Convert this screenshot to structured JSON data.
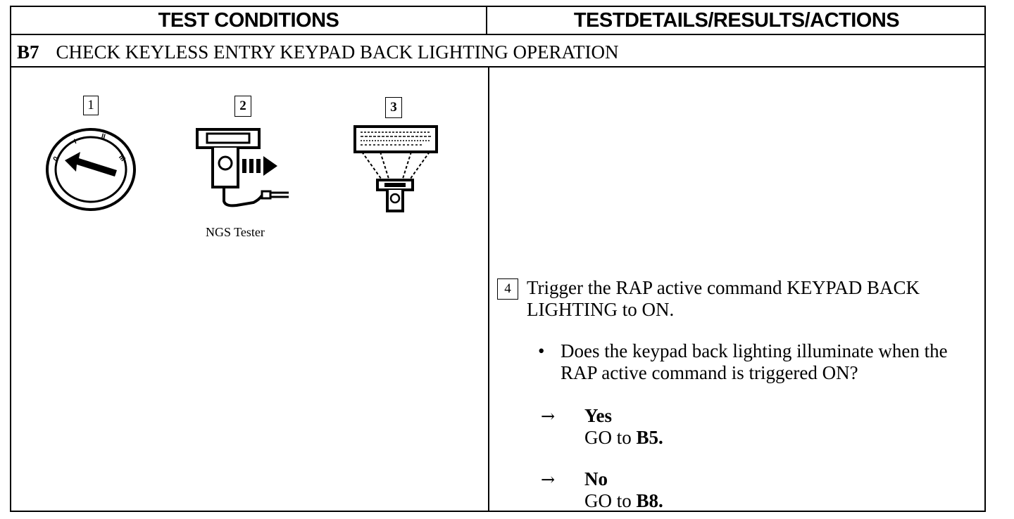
{
  "table": {
    "header_left": "TEST CONDITIONS",
    "header_right": "TESTDETAILS/RESULTS/ACTIONS",
    "step_id": "B7",
    "step_title": "CHECK KEYLESS ENTRY KEYPAD BACK LIGHTING OPERATION"
  },
  "figures": [
    {
      "number": "1",
      "icon": "ignition-switch-icon"
    },
    {
      "number": "2",
      "icon": "ngs-tester-icon",
      "caption": "NGS Tester"
    },
    {
      "number": "3",
      "icon": "tester-screen-icon"
    }
  ],
  "ignition_marks": [
    "0",
    "I",
    "II",
    "III"
  ],
  "details": {
    "step_number": "4",
    "instruction": "Trigger the RAP active command KEYPAD BACK LIGHTING to ON.",
    "question": "Does the keypad back lighting illuminate when the RAP active command is triggered ON?",
    "bullet": "•",
    "arrow": "→",
    "yes_label": "Yes",
    "yes_action_prefix": "GO to",
    "yes_action_target": "B5.",
    "no_label": "No",
    "no_action_prefix": "GO to",
    "no_action_target": "B8."
  }
}
